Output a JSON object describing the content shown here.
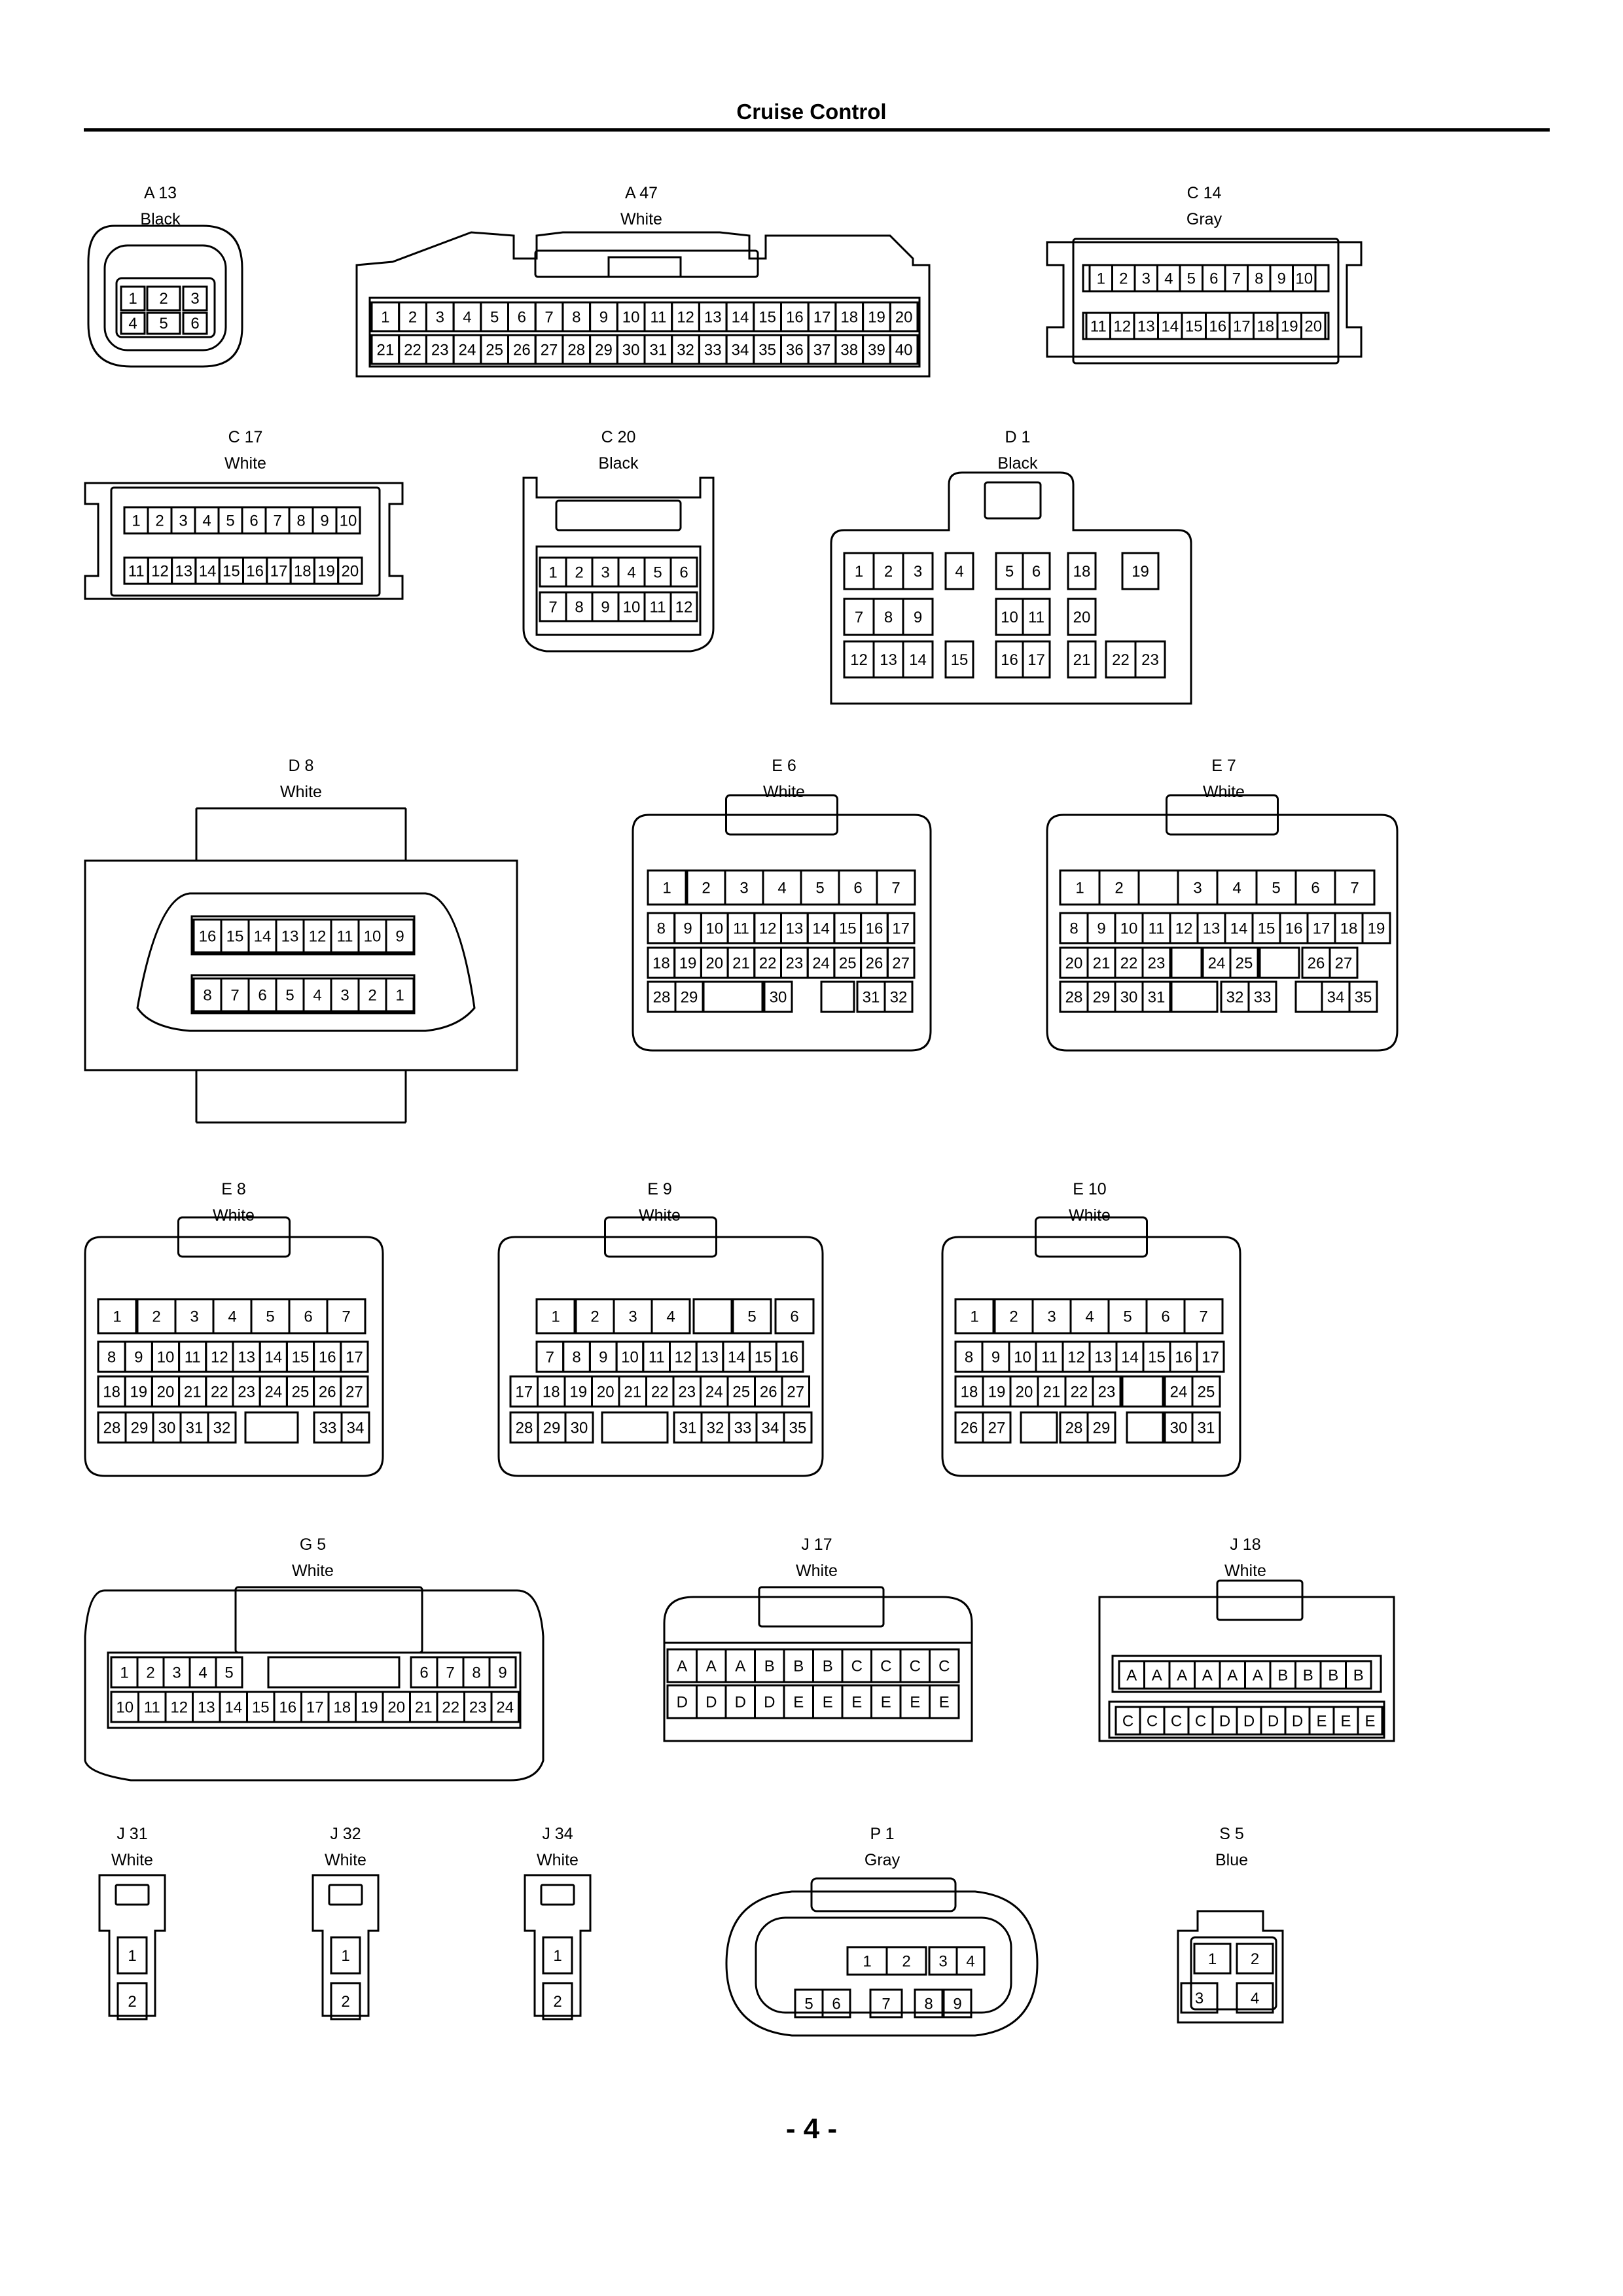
{
  "page": {
    "title": "Cruise Control",
    "page_number": "- 4 -"
  },
  "connectors": [
    {
      "id": "A 13",
      "color": "Black",
      "pins": [
        [
          "1",
          "2",
          "3"
        ],
        [
          "4",
          "5",
          "6"
        ]
      ]
    },
    {
      "id": "A 47",
      "color": "White",
      "pins": [
        [
          "1",
          "2",
          "3",
          "4",
          "5",
          "6",
          "7",
          "8",
          "9",
          "10",
          "11",
          "12",
          "13",
          "14",
          "15",
          "16",
          "17",
          "18",
          "19",
          "20"
        ],
        [
          "21",
          "22",
          "23",
          "24",
          "25",
          "26",
          "27",
          "28",
          "29",
          "30",
          "31",
          "32",
          "33",
          "34",
          "35",
          "36",
          "37",
          "38",
          "39",
          "40"
        ]
      ]
    },
    {
      "id": "C 14",
      "color": "Gray",
      "pins": [
        [
          "1",
          "2",
          "3",
          "4",
          "5",
          "6",
          "7",
          "8",
          "9",
          "10"
        ],
        [
          "11",
          "12",
          "13",
          "14",
          "15",
          "16",
          "17",
          "18",
          "19",
          "20"
        ]
      ]
    },
    {
      "id": "C 17",
      "color": "White",
      "pins": [
        [
          "1",
          "2",
          "3",
          "4",
          "5",
          "6",
          "7",
          "8",
          "9",
          "10"
        ],
        [
          "11",
          "12",
          "13",
          "14",
          "15",
          "16",
          "17",
          "18",
          "19",
          "20"
        ]
      ]
    },
    {
      "id": "C 20",
      "color": "Black",
      "pins": [
        [
          "1",
          "2",
          "3",
          "4",
          "5",
          "6"
        ],
        [
          "7",
          "8",
          "9",
          "10",
          "11",
          "12"
        ]
      ]
    },
    {
      "id": "D 1",
      "color": "Black",
      "pins": [
        [
          "1",
          "2",
          "3",
          "4",
          "5",
          "6",
          "18",
          "19"
        ],
        [
          "7",
          "8",
          "9",
          "10",
          "11",
          "20"
        ],
        [
          "12",
          "13",
          "14",
          "15",
          "16",
          "17",
          "21",
          "22",
          "23"
        ]
      ]
    },
    {
      "id": "D 8",
      "color": "White",
      "pins": [
        [
          "16",
          "15",
          "14",
          "13",
          "12",
          "11",
          "10",
          "9"
        ],
        [
          "8",
          "7",
          "6",
          "5",
          "4",
          "3",
          "2",
          "1"
        ]
      ]
    },
    {
      "id": "E 6",
      "color": "White",
      "pins": [
        [
          "1",
          "2",
          "3",
          "4",
          "5",
          "6",
          "7"
        ],
        [
          "8",
          "9",
          "10",
          "11",
          "12",
          "13",
          "14",
          "15",
          "16",
          "17"
        ],
        [
          "18",
          "19",
          "20",
          "21",
          "22",
          "23",
          "24",
          "25",
          "26",
          "27"
        ],
        [
          "28",
          "29",
          "",
          "30",
          "",
          "31",
          "32"
        ]
      ]
    },
    {
      "id": "E 7",
      "color": "White",
      "pins": [
        [
          "1",
          "2",
          "",
          "3",
          "4",
          "5",
          "6",
          "7"
        ],
        [
          "8",
          "9",
          "10",
          "11",
          "12",
          "13",
          "14",
          "15",
          "16",
          "17",
          "18",
          "19"
        ],
        [
          "20",
          "21",
          "22",
          "23",
          "",
          "24",
          "25",
          "",
          "26",
          "27"
        ],
        [
          "28",
          "29",
          "30",
          "31",
          "",
          "32",
          "33",
          "",
          "34",
          "35"
        ]
      ]
    },
    {
      "id": "E 8",
      "color": "White",
      "pins": [
        [
          "1",
          "2",
          "3",
          "4",
          "5",
          "6",
          "7"
        ],
        [
          "8",
          "9",
          "10",
          "11",
          "12",
          "13",
          "14",
          "15",
          "16",
          "17"
        ],
        [
          "18",
          "19",
          "20",
          "21",
          "22",
          "23",
          "24",
          "25",
          "26",
          "27"
        ],
        [
          "28",
          "29",
          "30",
          "31",
          "32",
          "",
          "33",
          "34"
        ]
      ]
    },
    {
      "id": "E 9",
      "color": "White",
      "pins": [
        [
          "1",
          "2",
          "3",
          "4",
          "",
          "5",
          "6"
        ],
        [
          "7",
          "8",
          "9",
          "10",
          "11",
          "12",
          "13",
          "14",
          "15",
          "16"
        ],
        [
          "17",
          "18",
          "19",
          "20",
          "21",
          "22",
          "23",
          "24",
          "25",
          "26",
          "27"
        ],
        [
          "28",
          "29",
          "30",
          "",
          "31",
          "32",
          "33",
          "34",
          "35"
        ]
      ]
    },
    {
      "id": "E 10",
      "color": "White",
      "pins": [
        [
          "1",
          "2",
          "3",
          "4",
          "5",
          "6",
          "7"
        ],
        [
          "8",
          "9",
          "10",
          "11",
          "12",
          "13",
          "14",
          "15",
          "16",
          "17"
        ],
        [
          "18",
          "19",
          "20",
          "21",
          "22",
          "23",
          "",
          "24",
          "25"
        ],
        [
          "26",
          "27",
          "",
          "28",
          "29",
          "",
          "30",
          "31"
        ]
      ]
    },
    {
      "id": "G 5",
      "color": "White",
      "pins": [
        [
          "1",
          "2",
          "3",
          "4",
          "5",
          "",
          "6",
          "7",
          "8",
          "9"
        ],
        [
          "10",
          "11",
          "12",
          "13",
          "14",
          "15",
          "16",
          "17",
          "18",
          "19",
          "20",
          "21",
          "22",
          "23",
          "24"
        ]
      ]
    },
    {
      "id": "J 17",
      "color": "White",
      "pins": [
        [
          "A",
          "A",
          "A",
          "B",
          "B",
          "B",
          "C",
          "C",
          "C",
          "C"
        ],
        [
          "D",
          "D",
          "D",
          "D",
          "E",
          "E",
          "E",
          "E",
          "E",
          "E"
        ]
      ]
    },
    {
      "id": "J 18",
      "color": "White",
      "pins": [
        [
          "A",
          "A",
          "A",
          "A",
          "A",
          "A",
          "B",
          "B",
          "B",
          "B"
        ],
        [
          "C",
          "C",
          "C",
          "C",
          "D",
          "D",
          "D",
          "D",
          "E",
          "E",
          "E"
        ]
      ]
    },
    {
      "id": "J 31",
      "color": "White",
      "pins": [
        [
          "1"
        ],
        [
          "2"
        ]
      ]
    },
    {
      "id": "J 32",
      "color": "White",
      "pins": [
        [
          "1"
        ],
        [
          "2"
        ]
      ]
    },
    {
      "id": "J 34",
      "color": "White",
      "pins": [
        [
          "1"
        ],
        [
          "2"
        ]
      ]
    },
    {
      "id": "P 1",
      "color": "Gray",
      "pins": [
        [
          "1",
          "2",
          "3",
          "4"
        ],
        [
          "5",
          "6",
          "7",
          "8",
          "9"
        ]
      ]
    },
    {
      "id": "S 5",
      "color": "Blue",
      "pins": [
        [
          "1",
          "2"
        ],
        [
          "3",
          "4"
        ]
      ]
    }
  ]
}
